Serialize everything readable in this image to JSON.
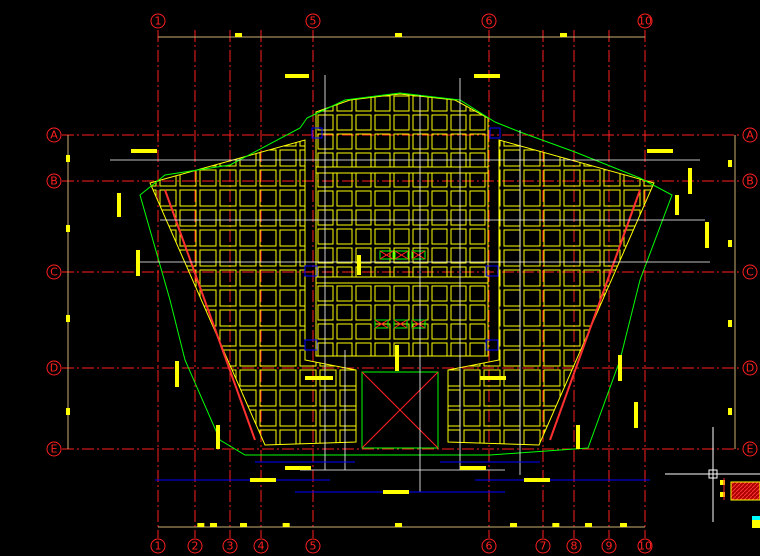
{
  "drawing": {
    "columns_top": [
      "1",
      "5",
      "6",
      "10"
    ],
    "columns_bottom": [
      "1",
      "2",
      "3",
      "4",
      "5",
      "6",
      "7",
      "8",
      "9",
      "10"
    ],
    "rows_left": [
      "A",
      "B",
      "C",
      "D",
      "E"
    ],
    "rows_right": [
      "A",
      "B",
      "C",
      "D",
      "E"
    ]
  },
  "colors": {
    "grid_axis": "#ff2020",
    "slab_edge": "#00ff00",
    "cells": "#ffff00",
    "beams": "#0000ff",
    "dims": "#ffffff",
    "background": "#000000"
  }
}
